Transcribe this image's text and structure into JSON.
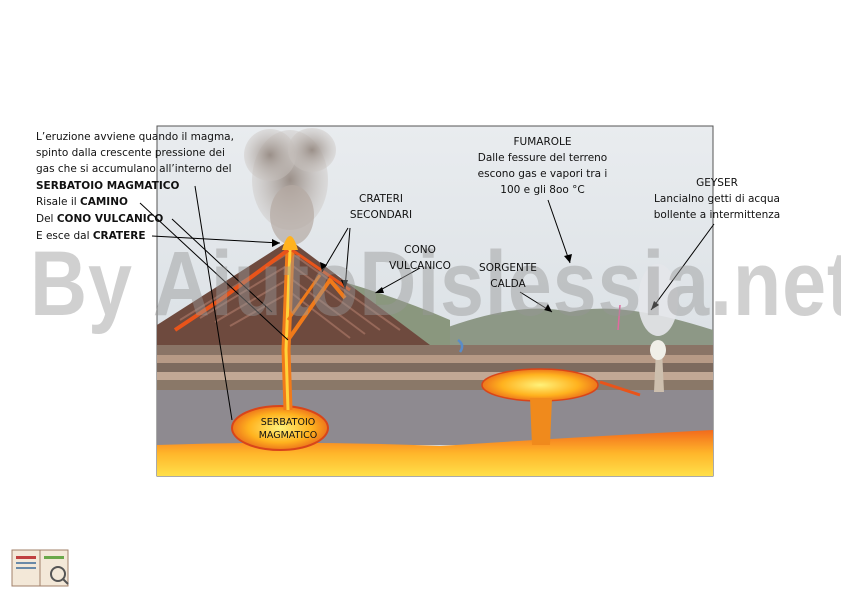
{
  "intro": {
    "line1": "L’eruzione avviene quando il magma,",
    "line2": "spinto dalla crescente  pressione dei",
    "line3": "gas che si accumulano all’interno del",
    "line4": "SERBATOIO MAGMATICO",
    "line5a": "Risale il ",
    "line5b": "CAMINO",
    "line6a": "Del ",
    "line6b": "CONO VULCANICO",
    "line7a": "E esce dal ",
    "line7b": "CRATERE"
  },
  "labels": {
    "crateri_1": "CRATERI",
    "crateri_2": "SECONDARI",
    "cono_1": "CONO",
    "cono_2": "VULCANICO",
    "sorgente_1": "SORGENTE",
    "sorgente_2": "CALDA",
    "serbatoio_1": "SERBATOIO",
    "serbatoio_2": "MAGMATICO"
  },
  "fumarole": {
    "title": "FUMAROLE",
    "line1": "Dalle fessure del terreno",
    "line2": "escono gas e vapori tra i",
    "line3": "100 e gli 8oo °C"
  },
  "geyser": {
    "title": "GEYSER",
    "line1": "Lancialno getti di acqua",
    "line2": "bollente a intermittenza"
  },
  "watermark": "By AiutoDislessia.net",
  "colors": {
    "magma": "#f07a1a",
    "magma_light": "#ffd23a",
    "rock": "#7a5a4a",
    "grass": "#8a9a7a",
    "sky": "#dfe5ea"
  }
}
